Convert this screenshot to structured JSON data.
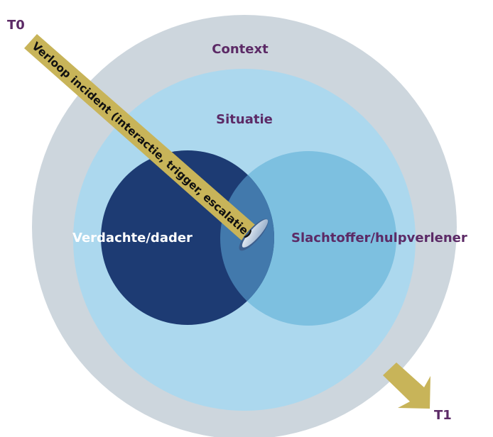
{
  "labels": {
    "t0": "T0",
    "t1": "T1",
    "context": "Context",
    "situatie": "Situatie",
    "verdachte": "Verdachte/dader",
    "slachtoffer": "Slachtoffer/hulpverlener",
    "verloop": "Verloop incident (interactie, trigger, escalatie)"
  },
  "colors": {
    "context_fill": "#cdd6dd",
    "situatie_fill": "#acd8ee",
    "verdachte_fill": "#1d3b73",
    "slachtoffer_fill": "#7dc0e0",
    "overlap_fill": "#4279ac",
    "arrow_fill": "#c8b459",
    "title_text": "#5c2a66",
    "light_text": "#ffffff",
    "dark_text": "#111111"
  }
}
